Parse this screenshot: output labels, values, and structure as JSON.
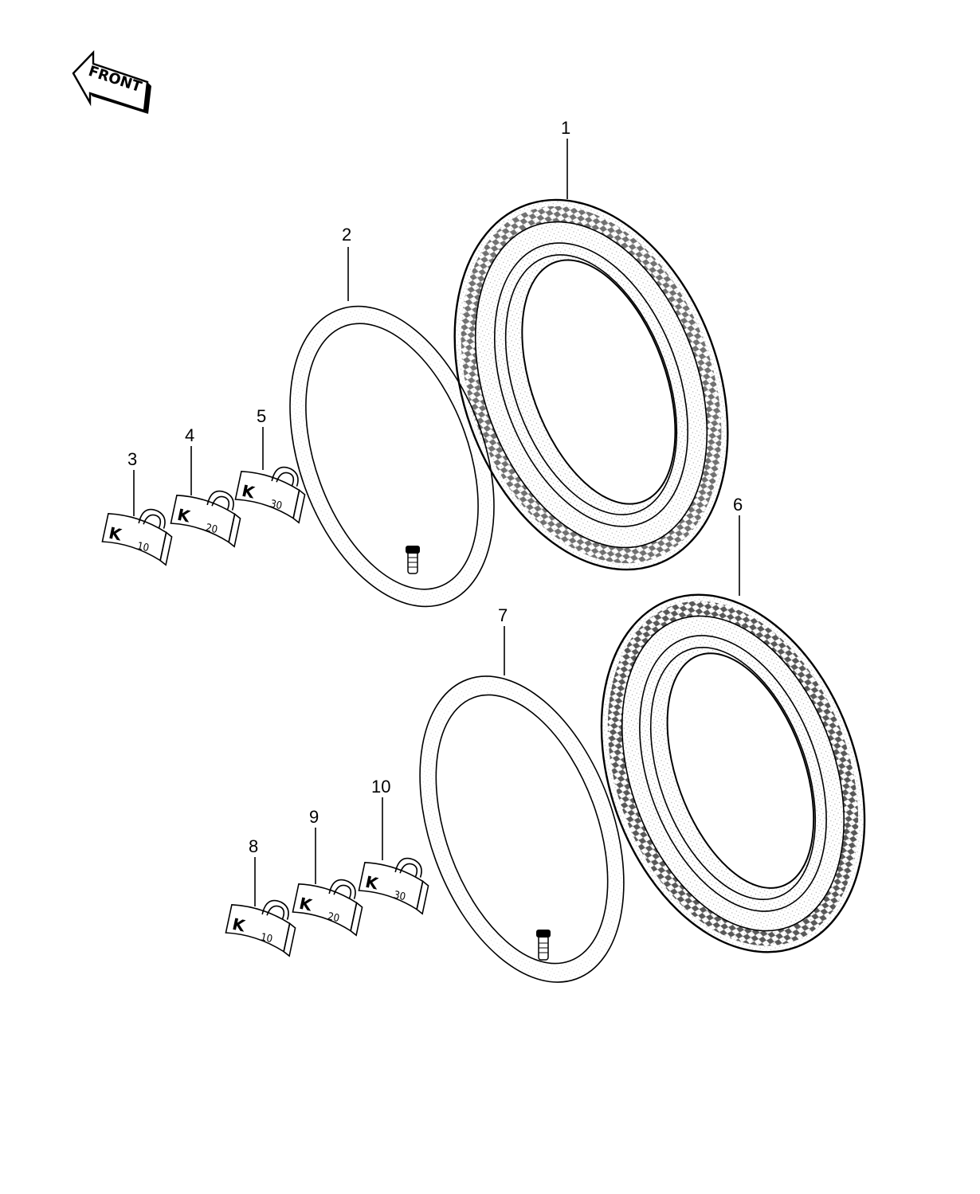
{
  "front_arrow": {
    "label": "FRONT",
    "icon": "front-direction-arrow-icon"
  },
  "callouts": [
    "1",
    "2",
    "3",
    "4",
    "5",
    "6",
    "7",
    "8",
    "9",
    "10"
  ],
  "weights": [
    {
      "mark": "K",
      "value": "10"
    },
    {
      "mark": "K",
      "value": "20"
    },
    {
      "mark": "K",
      "value": "30"
    },
    {
      "mark": "K",
      "value": "10"
    },
    {
      "mark": "K",
      "value": "20"
    },
    {
      "mark": "K",
      "value": "30"
    }
  ]
}
